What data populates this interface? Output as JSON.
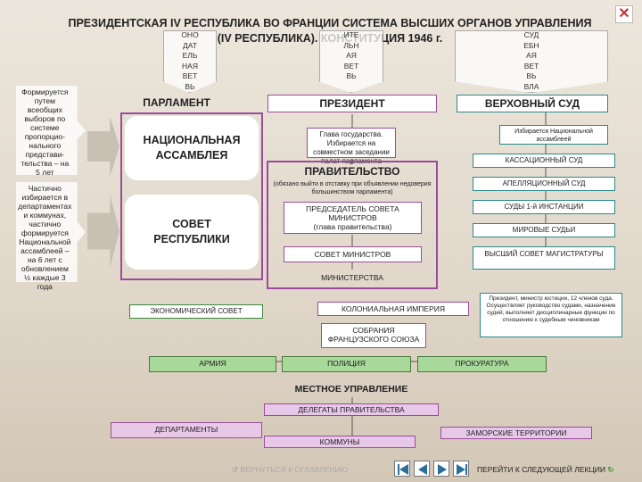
{
  "title_line1": "ПРЕЗИДЕНТСКАЯ IV РЕСПУБЛИКА ВО ФРАНЦИИ СИСТЕМА ВЫСШИХ ОРГАНОВ УПРАВЛЕНИЯ",
  "title_line2": "(IV РЕСПУБЛИКА). КОНСТИТУЦИЯ 1946 г.",
  "col_left": "ОНО\nДАТ\nЕЛЬ\nНАЯ\nВЕТ\nВЬ",
  "col_mid": "ИТЕ\nЛЬН\nАЯ\nВЕТ\nВЬ",
  "col_right": "СУД\nЕБН\nАЯ\nВЕТ\nВЬ\nВЛА",
  "gen_assembly": "Формируется путем всеобщих выборов по системе пропорцио-нального представи-тельства – на 5 лет",
  "gen_council": "Частично избирается в департаментах и коммунах, частично формируется Национальной ассамблеей – на 6 лет с обновлением ½ каждые 3 года",
  "parliament": "ПАРЛАМЕНТ",
  "national_assembly": "НАЦИОНАЛЬНАЯ\nАССАМБЛЕЯ",
  "council_republic": "СОВЕТ\nРЕСПУБЛИКИ",
  "president": "ПРЕЗИДЕНТ",
  "president_note": "Глава государства. Избирается на совместном заседании палат парламента",
  "government": "ПРАВИТЕЛЬСТВО",
  "government_note": "(обязано выйти в отставку при объявлении недоверия большинством парламента)",
  "chairman": "ПРЕДСЕДАТЕЛЬ СОВЕТА МИНИСТРОВ\n(глава правительства)",
  "council_ministers": "СОВЕТ МИНИСТРОВ",
  "ministries": "МИНИСТЕРСТВА",
  "supreme_court": "ВЕРХОВНЫЙ СУД",
  "elected_by": "Избирается Национальной ассамблеей",
  "cassation": "КАССАЦИОННЫЙ СУД",
  "appeal": "АПЕЛЛЯЦИОННЫЙ СУД",
  "first_instance": "СУДЫ 1-й ИНСТАНЦИИ",
  "magistrates": "МИРОВЫЕ СУДЬИ",
  "high_council": "ВЫСШИЙ СОВЕТ МАГИСТРАТУРЫ",
  "high_council_note": "Президент, министр юстиции, 12 членов суда. Осуществляет руководство судами, назначение судей, выполняет дисциплинарные функции по отношению к судебным чиновникам",
  "economic_council": "ЭКОНОМИЧЕСКИЙ СОВЕТ",
  "colonial_empire": "КОЛОНИАЛЬНАЯ ИМПЕРИЯ",
  "french_union": "СОБРАНИЯ\nФРАНЦУЗСКОГО СОЮЗА",
  "army": "АРМИЯ",
  "police": "ПОЛИЦИЯ",
  "prosecution": "ПРОКУРАТУРА",
  "local_gov": "МЕСТНОЕ УПРАВЛЕНИЕ",
  "gov_delegates": "ДЕЛЕГАТЫ ПРАВИТЕЛЬСТВА",
  "departments": "ДЕПАРТАМЕНТЫ",
  "overseas": "ЗАМОРСКИЕ ТЕРРИТОРИИ",
  "communes": "КОММУНЫ",
  "back_to_toc": "ВЕРНУТЬСЯ К ОГЛАВЛЕНИЮ",
  "next_lecture": "ПЕРЕЙТИ К СЛЕДУЮЩЕЙ ЛЕКЦИИ",
  "close_glyph": "✕",
  "colors": {
    "parliament_purple": "#9a4c9a",
    "court_teal": "#2a8a8a",
    "green": "#a8d89a"
  }
}
